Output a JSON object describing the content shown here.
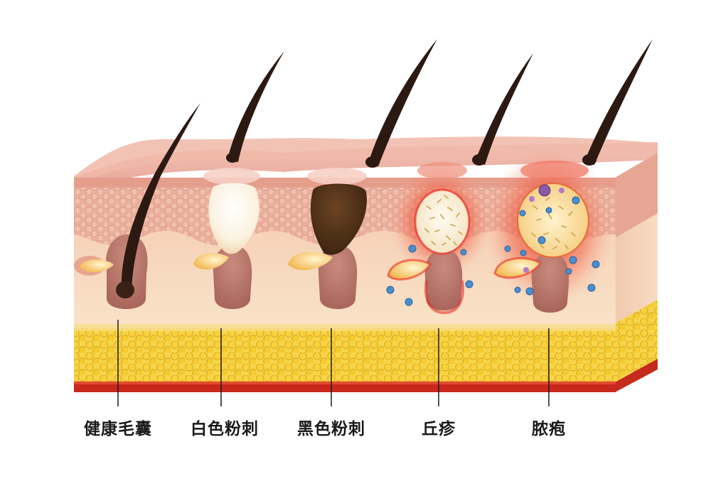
{
  "labels": {
    "healthy": "健康毛囊",
    "whitehead": "白色粉刺",
    "blackhead": "黑色粉刺",
    "papule": "丘疹",
    "pustule": "脓疱"
  },
  "colors": {
    "epidermis": "#e9a89a",
    "dermis": "#f7d9bc",
    "fat": "#f2c431",
    "hair": "#2c1a12",
    "sebum_white": "#fffaf0",
    "sebum_black": "#4a2d14",
    "inflammation": "#e8302a",
    "bacteria": "#4a8fd0"
  }
}
